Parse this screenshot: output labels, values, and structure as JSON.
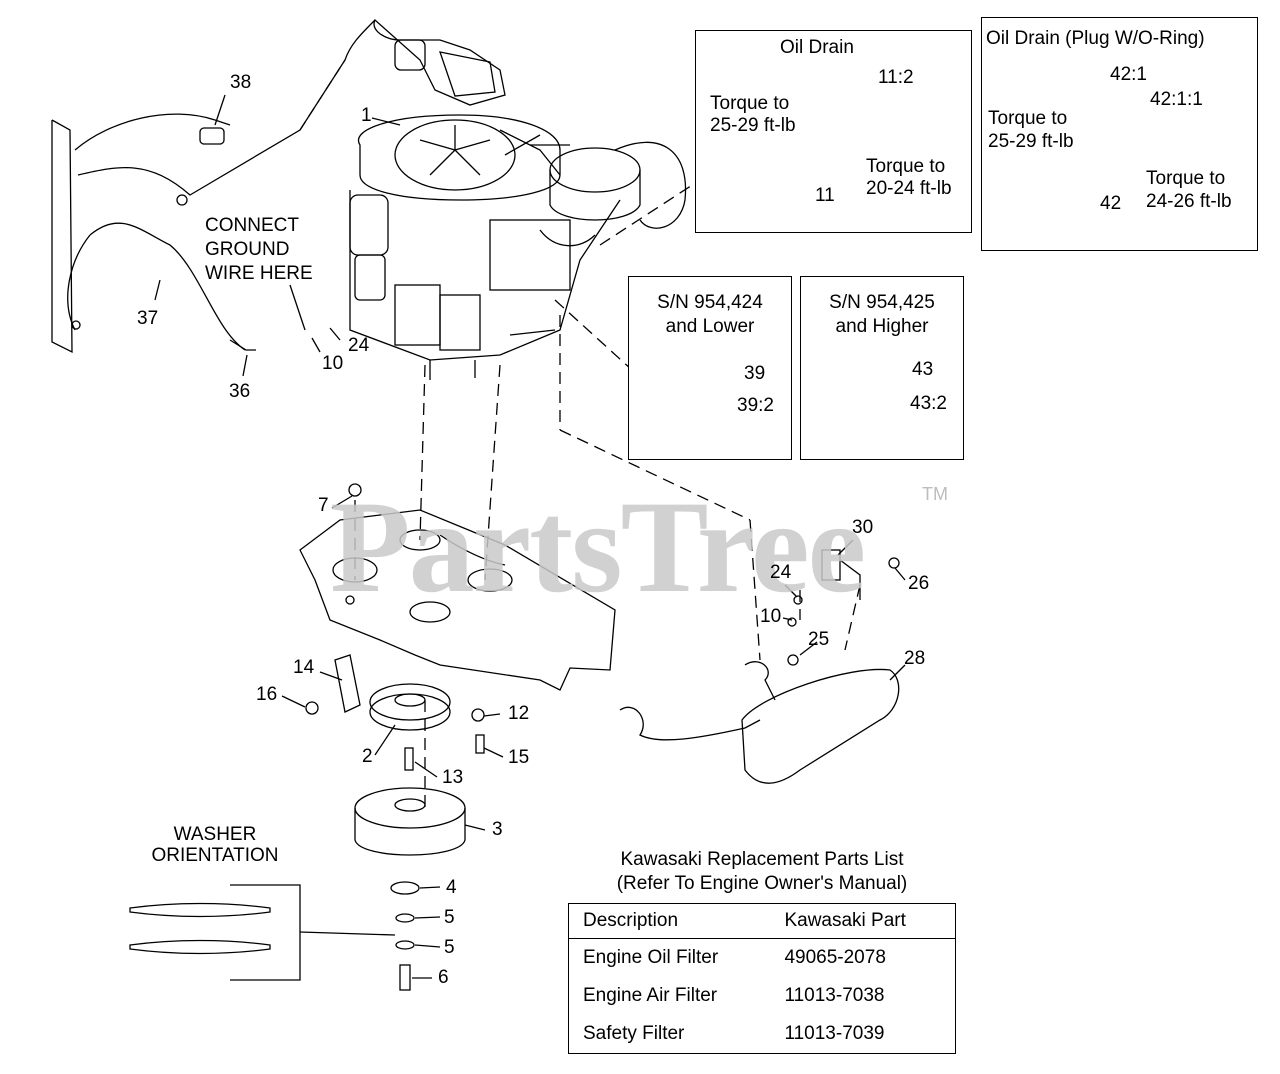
{
  "watermark": {
    "text": "PartsTree",
    "trademark": "TM"
  },
  "callouts": {
    "n1": "1",
    "n2": "2",
    "n3": "3",
    "n4": "4",
    "n5a": "5",
    "n5b": "5",
    "n6": "6",
    "n7": "7",
    "n10a": "10",
    "n10b": "10",
    "n11": "11",
    "n11_2": "11:2",
    "n12": "12",
    "n13": "13",
    "n14": "14",
    "n15": "15",
    "n16": "16",
    "n24a": "24",
    "n24b": "24",
    "n25": "25",
    "n26": "26",
    "n28": "28",
    "n30": "30",
    "n36": "36",
    "n37": "37",
    "n38": "38",
    "n39": "39",
    "n39_2": "39:2",
    "n42": "42",
    "n42_1": "42:1",
    "n42_1_1": "42:1:1",
    "n43": "43",
    "n43_2": "43:2"
  },
  "notes": {
    "ground_line1": "CONNECT",
    "ground_line2": "GROUND",
    "ground_line3": "WIRE HERE",
    "washer_line1": "WASHER",
    "washer_line2": "ORIENTATION"
  },
  "boxes": {
    "oil_drain": {
      "title": "Oil Drain",
      "torque_left_1": "Torque to",
      "torque_left_2": "25-29 ft-lb",
      "torque_right_1": "Torque to",
      "torque_right_2": "20-24 ft-lb"
    },
    "oil_drain_plug": {
      "title": "Oil Drain (Plug W/O-Ring)",
      "torque_left_1": "Torque to",
      "torque_left_2": "25-29 ft-lb",
      "torque_right_1": "Torque to",
      "torque_right_2": "24-26 ft-lb"
    },
    "sn_lower": {
      "line1": "S/N 954,424",
      "line2": "and Lower"
    },
    "sn_higher": {
      "line1": "S/N 954,425",
      "line2": "and Higher"
    }
  },
  "parts_list": {
    "title_line1": "Kawasaki Replacement Parts List",
    "title_line2": "(Refer To Engine Owner's Manual)",
    "headers": {
      "description": "Description",
      "part": "Kawasaki Part"
    },
    "rows": [
      {
        "description": "Engine Oil Filter",
        "part": "49065-2078"
      },
      {
        "description": "Engine Air Filter",
        "part": "11013-7038"
      },
      {
        "description": "Safety Filter",
        "part": "11013-7039"
      }
    ]
  }
}
